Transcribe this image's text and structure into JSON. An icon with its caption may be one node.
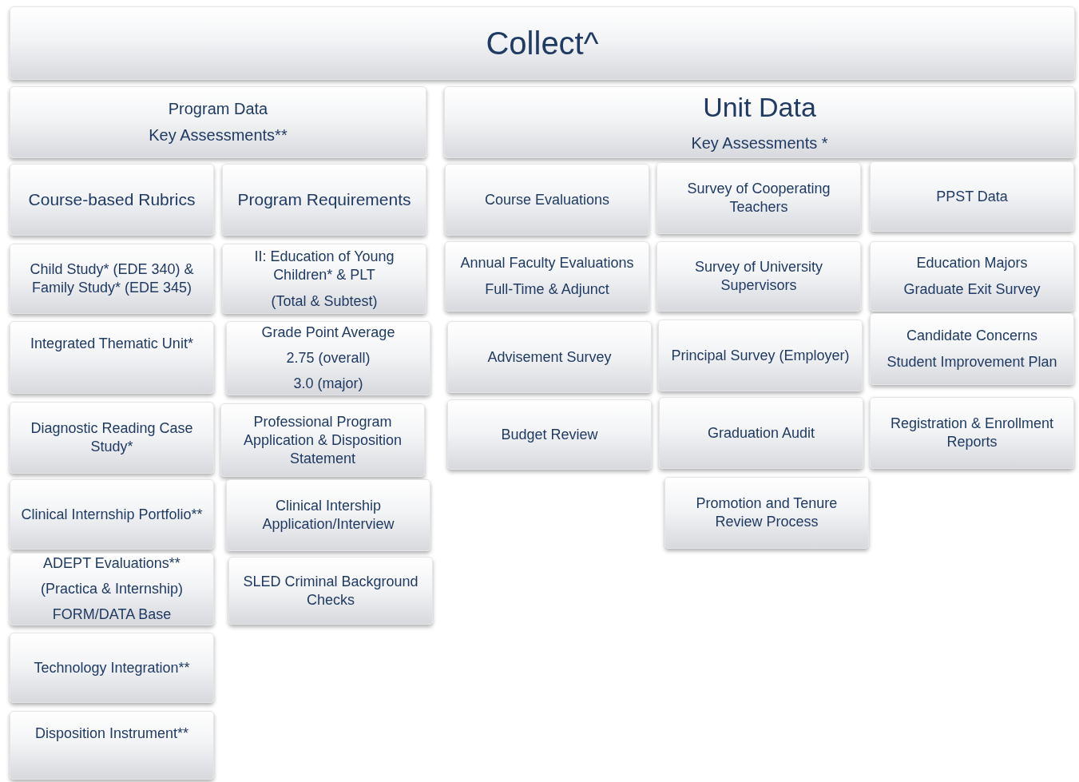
{
  "diagram": {
    "nodes": [
      {
        "text": [
          "Collect^"
        ]
      },
      {
        "text": [
          "Program Data",
          "Key Assessments**"
        ]
      },
      {
        "text": [
          "Unit Data",
          "Key Assessments *"
        ]
      },
      {
        "text": [
          "Course-based Rubrics"
        ]
      },
      {
        "text": [
          "Child Study* (EDE 340) & Family Study* (EDE 345)"
        ]
      },
      {
        "text": [
          "Integrated Thematic Unit*"
        ]
      },
      {
        "text": [
          "Diagnostic Reading Case Study*"
        ]
      },
      {
        "text": [
          "Clinical Internship Portfolio**"
        ]
      },
      {
        "text": [
          "ADEPT Evaluations**",
          "(Practica & Internship)",
          "FORM/DATA Base"
        ]
      },
      {
        "text": [
          "Technology Integration**"
        ]
      },
      {
        "text": [
          "Disposition Instrument**"
        ]
      },
      {
        "text": [
          "Program Requirements"
        ]
      },
      {
        "text": [
          "II: Education of Young Children* & PLT",
          "(Total & Subtest)"
        ]
      },
      {
        "text": [
          "Grade Point Average",
          "2.75 (overall)",
          "3.0 (major)"
        ]
      },
      {
        "text": [
          "Professional Program Application & Disposition Statement"
        ]
      },
      {
        "text": [
          "Clinical Intership Application/Interview"
        ]
      },
      {
        "text": [
          "SLED Criminal Background Checks"
        ]
      },
      {
        "text": [
          "Course Evaluations"
        ]
      },
      {
        "text": [
          "Annual Faculty Evaluations",
          "Full-Time & Adjunct"
        ]
      },
      {
        "text": [
          "Advisement Survey"
        ]
      },
      {
        "text": [
          "Budget Review"
        ]
      },
      {
        "text": [
          "Survey of Cooperating Teachers"
        ]
      },
      {
        "text": [
          "Survey of University Supervisors"
        ]
      },
      {
        "text": [
          "Principal Survey (Employer)"
        ]
      },
      {
        "text": [
          "Graduation Audit"
        ]
      },
      {
        "text": [
          "Promotion and Tenure Review Process"
        ]
      },
      {
        "text": [
          "PPST Data"
        ]
      },
      {
        "text": [
          "Education Majors",
          "Graduate Exit Survey"
        ]
      },
      {
        "text": [
          "Candidate Concerns",
          "Student Improvement Plan"
        ]
      },
      {
        "text": [
          "Registration & Enrollment Reports"
        ]
      }
    ]
  }
}
